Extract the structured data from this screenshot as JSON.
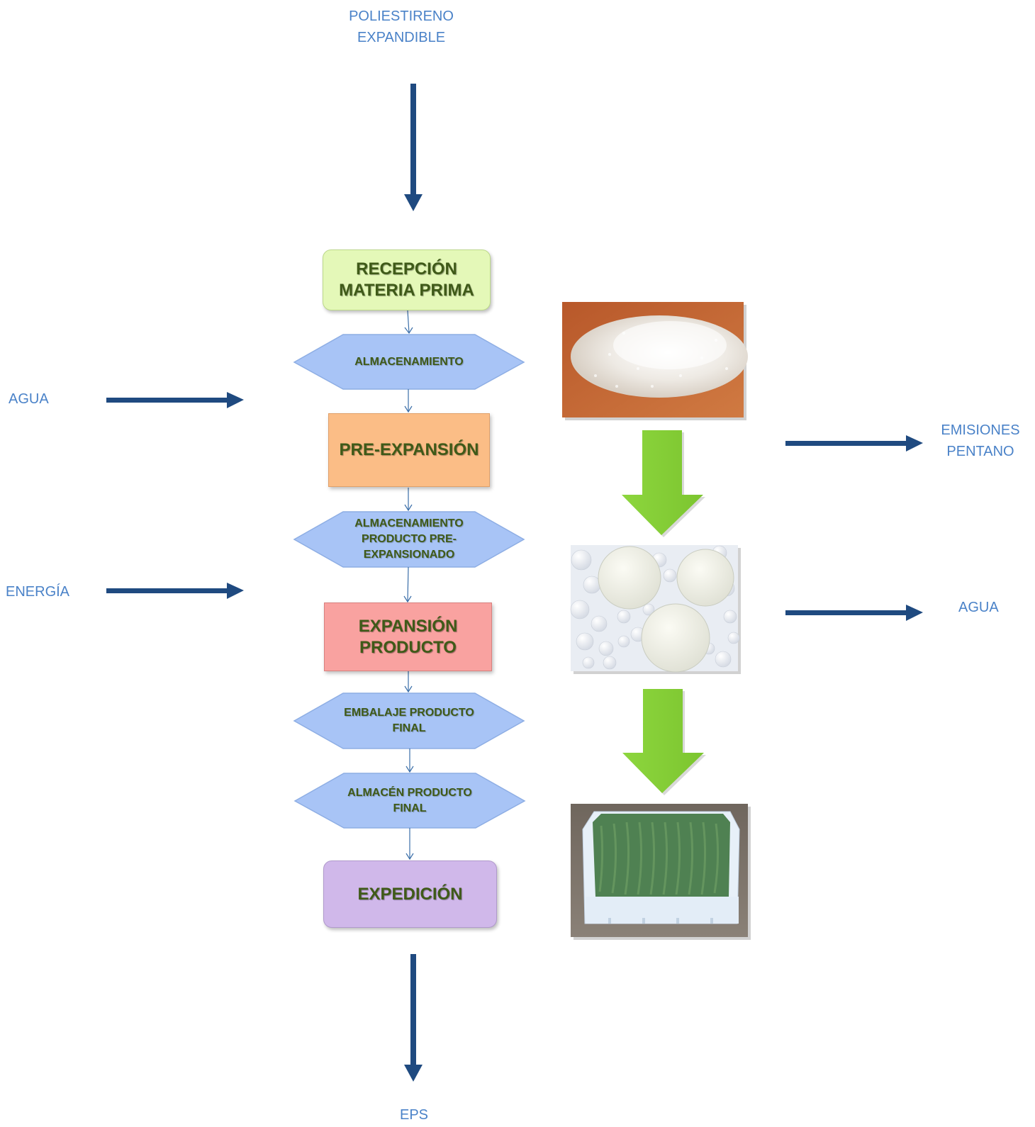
{
  "colors": {
    "io_text": "#4a82c8",
    "io_arrow": "#1f4a80",
    "box_text": "#3f5a18",
    "recepcion_fill": "#e4f8b8",
    "preexpansion_fill": "#fbbd86",
    "expansion_fill": "#f9a2a0",
    "expedicion_fill": "#d0b8ea",
    "hexagon_fill": "#a8c4f6",
    "green_arrow": "#8bd33c"
  },
  "inputs": {
    "top": [
      "POLIESTIRENO",
      "EXPANDIBLE"
    ],
    "agua": "AGUA",
    "energia": "ENERGÍA"
  },
  "outputs": {
    "emisiones": [
      "EMISIONES",
      "PENTANO"
    ],
    "agua": "AGUA",
    "bottom": "EPS"
  },
  "steps": {
    "recepcion": [
      "RECEPCIÓN",
      "MATERIA PRIMA"
    ],
    "almacenamiento": [
      "ALMACENAMIENTO"
    ],
    "preexpansion": [
      "PRE-EXPANSIÓN"
    ],
    "almacenamiento_pre": [
      "ALMACENAMIENTO",
      "PRODUCTO PRE-",
      "EXPANSIONADO"
    ],
    "expansion": [
      "EXPANSIÓN",
      "PRODUCTO"
    ],
    "embalaje": [
      "EMBALAJE PRODUCTO",
      "FINAL"
    ],
    "almacen_final": [
      "ALMACÉN PRODUCTO",
      "FINAL"
    ],
    "expedicion": [
      "EXPEDICIÓN"
    ]
  },
  "photos": {
    "beads": "polystyrene-beads-photo",
    "spheres": "expanded-spheres-photo",
    "box": "eps-box-with-beans-photo"
  }
}
